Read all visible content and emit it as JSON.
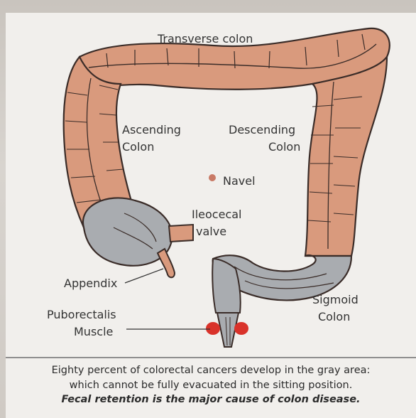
{
  "labels": {
    "transverse": "Transverse colon",
    "ascending_1": "Ascending",
    "ascending_2": "Colon",
    "descending_1": "Descending",
    "descending_2": "Colon",
    "navel": "Navel",
    "ileocecal_1": "Ileocecal",
    "ileocecal_2": "valve",
    "appendix": "Appendix",
    "puborectalis_1": "Puborectalis",
    "puborectalis_2": "Muscle",
    "sigmoid_1": "Sigmoid",
    "sigmoid_2": "Colon"
  },
  "caption": {
    "line1": "Eighty percent of colorectal cancers develop in the gray area:",
    "line2": "which cannot be fully evacuated in the sitting position.",
    "line3": "Fecal retention is the major cause of colon disease."
  },
  "colors": {
    "colon": "#d99a7d",
    "gray_area": "#a9acb0",
    "outline": "#3a2c28",
    "muscle": "#d9322a"
  }
}
